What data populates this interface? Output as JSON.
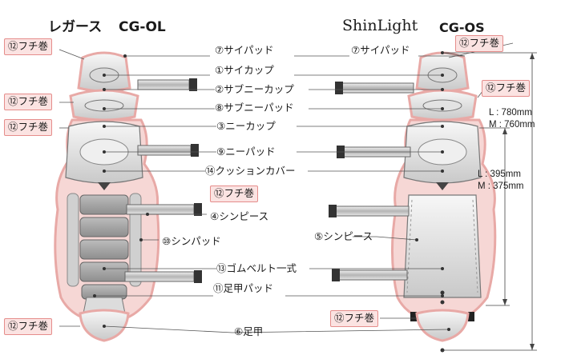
{
  "left_product": {
    "name": "レガース",
    "model": "CG-OL"
  },
  "right_product": {
    "brand": "ShinLight",
    "model": "CG-OS"
  },
  "parts": {
    "p7": "⑦サイパッド",
    "p1": "①サイカップ",
    "p2": "②サブニーカップ",
    "p8": "⑧サブニーパッド",
    "p3": "③ニーカップ",
    "p9": "⑨ニーパッド",
    "p14": "⑭クッションカバー",
    "p12": "⑫フチ巻",
    "p4": "④シンピース",
    "p10": "⑩シンパッド",
    "p5": "⑤シンピース",
    "p13": "⑬ゴムベルト一式",
    "p11": "⑪足甲パッド",
    "p6": "⑥足甲"
  },
  "dimensions": {
    "total_l": "L : 780mm",
    "total_m": "M : 760mm",
    "shin_l": "L : 395mm",
    "shin_m": "M : 375mm"
  },
  "colors": {
    "highlight_fill": "#fbe3e2",
    "highlight_border": "#e58d8b",
    "pad_rim": "#e8a9a6",
    "line": "#444444"
  }
}
